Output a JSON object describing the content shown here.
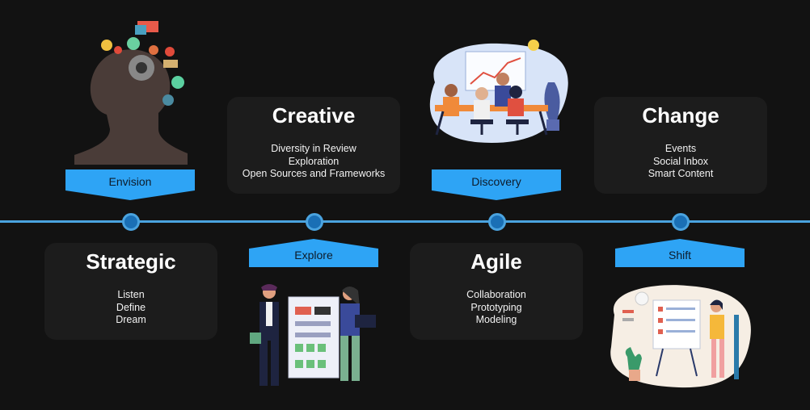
{
  "stages": [
    {
      "banner": "Envision",
      "title": "Strategic",
      "items": [
        "Listen",
        "Define",
        "Dream"
      ]
    },
    {
      "banner": "Explore",
      "title": "Creative",
      "items": [
        "Diversity in Review",
        "Exploration",
        "Open Sources and Frameworks"
      ]
    },
    {
      "banner": "Discovery",
      "title": "Agile",
      "items": [
        "Collaboration",
        "Prototyping",
        "Modeling"
      ]
    },
    {
      "banner": "Shift",
      "title": "Change",
      "items": [
        "Events",
        "Social Inbox",
        "Smart Content"
      ]
    }
  ],
  "colors": {
    "timeline": "#4aa3df",
    "node_fill": "#1a6fb5",
    "banner": "#2ea4f5",
    "card": "#1c1c1c",
    "background": "#121212"
  },
  "illustrations": [
    "head-gears-icon",
    "team-planning-board-icon",
    "meeting-presentation-icon",
    "woman-whiteboard-checklist-icon"
  ]
}
